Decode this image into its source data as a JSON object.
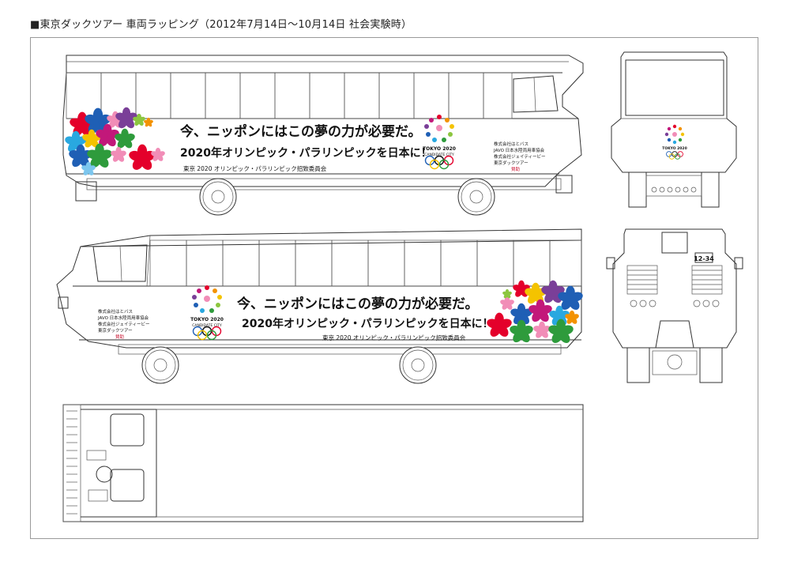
{
  "title": "■東京ダックツアー 車両ラッピング（2012年7月14日〜10月14日 社会実験時）",
  "wrap": {
    "headline": "今、ニッポンにはこの夢の力が必要だ。",
    "subline": "2020年オリンピック・パラリンピックを日本に！",
    "committee": "東京 2020 オリンピック・パラリンピック招致委員会",
    "logo_main": "TOKYO 2020",
    "logo_sub": "CANDIDATE CITY",
    "sponsors": [
      "株式会社はとバス",
      "JAVO 日本水陸両用車協会",
      "株式会社ジェイティービー",
      "東京ダックツアー"
    ],
    "badge": "賛助"
  },
  "plate": "12-34",
  "colors": {
    "red": "#e4002b",
    "pink": "#f18db7",
    "purple": "#7a3f98",
    "blue": "#1f5fb5",
    "sky": "#29a8e0",
    "green": "#2e9b3c",
    "yellow": "#f4c300",
    "orange": "#f39200",
    "lightblue": "#7cc6ee",
    "lightgreen": "#8cc63f",
    "magenta": "#c2187a"
  },
  "icons": [
    "sakura-flower-icon",
    "olympic-rings-icon"
  ]
}
